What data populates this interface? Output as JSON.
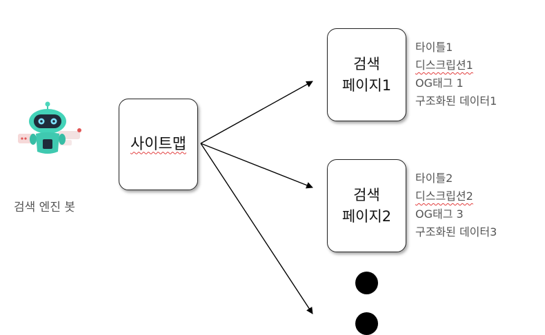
{
  "bot": {
    "caption": "검색 엔진 봇"
  },
  "sitemap": {
    "label": "사이트맵"
  },
  "pages": [
    {
      "title_line1": "검색",
      "title_line2": "페이지1",
      "meta": [
        "타이틀1",
        "디스크립션1",
        "OG태그 1",
        "구조화된 데이터1"
      ]
    },
    {
      "title_line1": "검색",
      "title_line2": "페이지2",
      "meta": [
        "타이틀2",
        "디스크립션2",
        "OG태그 3",
        "구조화된 데이터3"
      ]
    }
  ],
  "colors": {
    "robot_body": "#43d3b8",
    "robot_face": "#1f2b3a",
    "robot_eye": "#7fe3ff"
  }
}
